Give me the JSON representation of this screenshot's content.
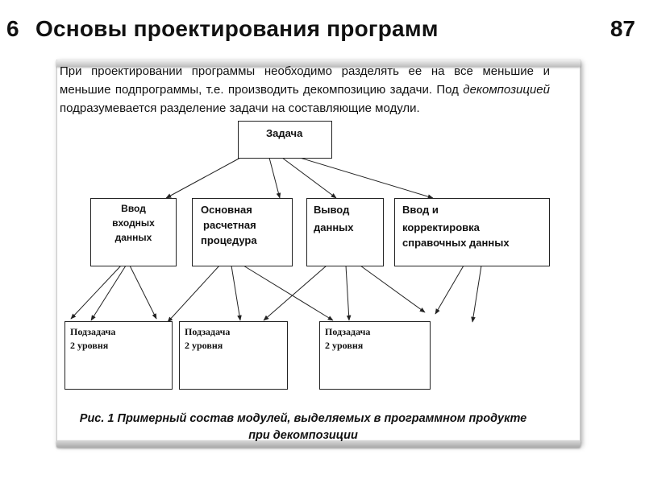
{
  "header": {
    "slide_number": "6",
    "title": "Основы проектирования программ",
    "page_number": "87"
  },
  "intro": {
    "part1": "При проектировании программы необходимо разделять ее на все меньшие и меньшие подпрограммы, т.е. производить декомпозицию задачи. Под ",
    "emphasis": "декомпозицией",
    "part2": " подразумевается разделение задачи на составляющие модули."
  },
  "diagram": {
    "root": "Задача",
    "level1": {
      "input": "Ввод входных данных",
      "main_line1": "Основная",
      "main_line2": "расчетная",
      "main_line3": "процедура",
      "output_line1": "Вывод",
      "output_line2": "данных",
      "ref_line1": "Ввод и",
      "ref_line2": "корректировка",
      "ref_line3": "справочных данных"
    },
    "level2": [
      {
        "line1": "Подзадача",
        "line2": "2 уровня"
      },
      {
        "line1": "Подзадача",
        "line2": "2 уровня"
      },
      {
        "line1": "Подзадача",
        "line2": "2 уровня"
      }
    ]
  },
  "caption": "Рис. 1 Примерный состав модулей, выделяемых в программном продукте при декомпозиции"
}
